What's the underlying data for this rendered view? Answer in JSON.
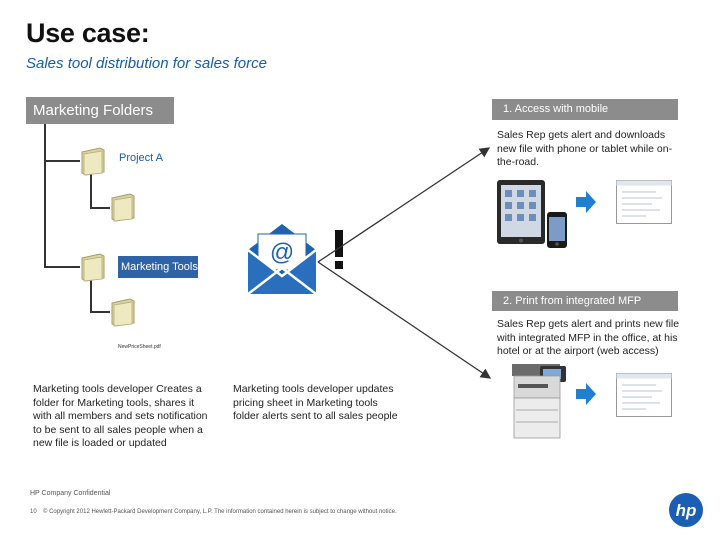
{
  "slide": {
    "title": "Use case:",
    "subtitle": "Sales tool distribution for sales force"
  },
  "folders": {
    "header": "Marketing Folders",
    "project_label": "Project A",
    "tools_label": "Marketing Tools",
    "file_name": "NewPriceSheet.pdf"
  },
  "descriptions": {
    "create": "Marketing tools developer Creates a folder for Marketing tools, shares it with all members and sets notification to be sent to all sales people when a new file is loaded or updated",
    "update": "Marketing tools developer updates pricing sheet in Marketing tools folder alerts sent to all sales people"
  },
  "access": {
    "header": "1. Access with mobile",
    "text": "Sales Rep gets alert and downloads new file with phone or tablet while on-the-road."
  },
  "print": {
    "header": "2. Print from integrated MFP",
    "text": "Sales Rep gets alert and prints new file with integrated MFP in the office, at his hotel or at the airport (web access)"
  },
  "footer": {
    "confidential": "HP Company Confidential",
    "page": "10",
    "copyright": "© Copyright 2012 Hewlett-Packard Development Company, L.P. The information contained herein is subject to change without notice."
  },
  "email_icon": {
    "glyph": "@",
    "alert": "!"
  },
  "logo": {
    "text": "hp"
  },
  "colors": {
    "accent": "#1a5da6",
    "folder": "#e9e3b4",
    "header_gray": "#8c8c8c",
    "arrow": "#1f7fd3"
  }
}
